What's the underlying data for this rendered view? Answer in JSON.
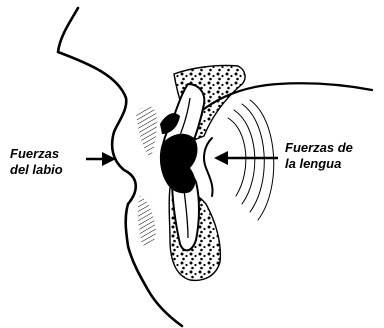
{
  "labels": {
    "lip_force": [
      "Fuerzas",
      "del labio"
    ],
    "tongue_force": [
      "Fuerzas de",
      "la lengua"
    ]
  },
  "colors": {
    "ink": "#000000",
    "paper": "#ffffff"
  }
}
